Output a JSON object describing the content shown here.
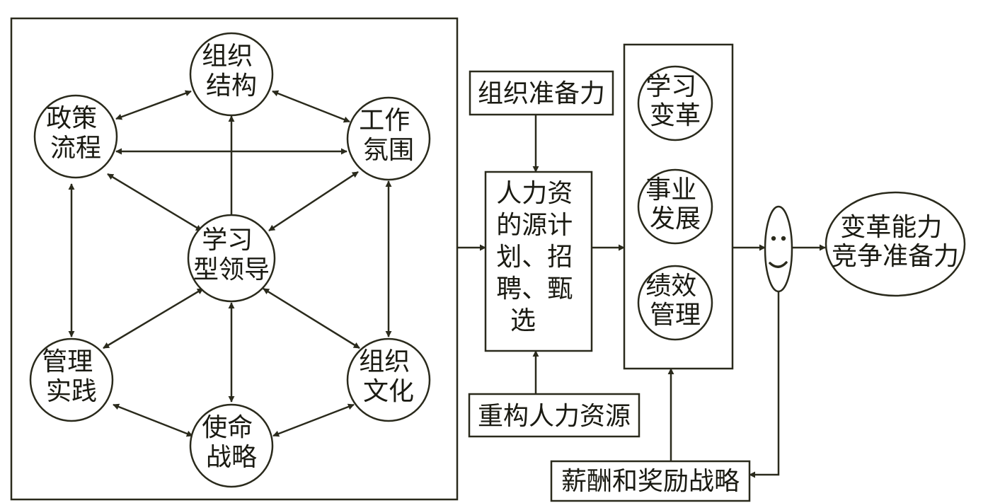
{
  "colors": {
    "stroke": "#2a2a1c",
    "text": "#1a1a12",
    "fill": "#ffffff"
  },
  "nodes": {
    "org_structure": [
      "组织",
      "结构"
    ],
    "policy_process": [
      "政策",
      "流程"
    ],
    "work_atmosphere": [
      "工作",
      "氛围"
    ],
    "learning_leadership": [
      "学习",
      "型领导"
    ],
    "management_practice": [
      "管理",
      "实践"
    ],
    "org_culture": [
      "组织",
      "文化"
    ],
    "mission_strategy": [
      "使命",
      "战略"
    ],
    "org_readiness": [
      "组织准备力"
    ],
    "hr_process": [
      "人力资",
      "的源计",
      "划、招",
      "聘、甄",
      "选"
    ],
    "restructure_hr": [
      "重构人力资源"
    ],
    "learning_change": [
      "学习",
      "变革"
    ],
    "career_development": [
      "事业",
      "发展"
    ],
    "performance_management": [
      "绩效",
      "管理"
    ],
    "change_capability": [
      "变革能力",
      "竞争准备力"
    ],
    "compensation_strategy": [
      "薪酬和奖励战略"
    ]
  },
  "icons": {
    "smiley": "smiley-face-icon"
  }
}
